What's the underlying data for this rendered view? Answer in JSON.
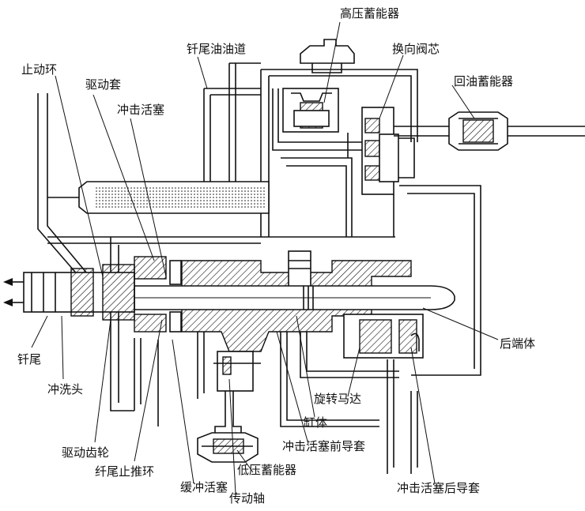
{
  "diagram": {
    "labels": {
      "high_pressure_accumulator": "高压蓄能器",
      "reversing_valve_core": "换向阀芯",
      "return_oil_accumulator": "回油蓄能器",
      "shank_oil_passage": "钎尾油油道",
      "stop_ring": "止动环",
      "drive_sleeve": "驱动套",
      "impact_piston": "冲击活塞",
      "shank": "钎尾",
      "flushing_head": "冲洗头",
      "drive_gear": "驱动齿轮",
      "shank_thrust_ring": "纤尾止推环",
      "buffer_piston": "缓冲活塞",
      "transmission_shaft": "传动轴",
      "low_pressure_accumulator": "低压蓄能器",
      "impact_piston_front_guide": "冲击活塞前导套",
      "cylinder_body": "缸体",
      "rotary_motor": "旋转马达",
      "rear_end_body": "后端体",
      "impact_piston_rear_guide": "冲击活塞后导套"
    }
  }
}
